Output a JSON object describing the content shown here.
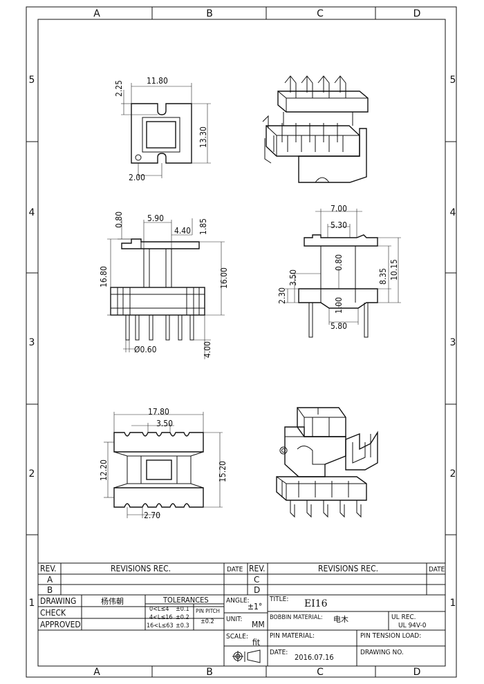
{
  "zones": {
    "columns": [
      "A",
      "B",
      "C",
      "D"
    ],
    "rows": [
      "5",
      "4",
      "3",
      "2",
      "1"
    ]
  },
  "top_view": {
    "dims": {
      "width": "11.80",
      "height": "13.30",
      "slot": "2.25",
      "hole_offset": "2.00"
    }
  },
  "front_view": {
    "dims": {
      "flange_top": "0.80",
      "core_width": "5.90",
      "step": "4.40",
      "top_right": "1.85",
      "overall_left": "16.80",
      "overall_right": "16.00",
      "pin_dia": "Ø0.60",
      "pin_length": "4.00"
    }
  },
  "side_view": {
    "dims": {
      "outer_width": "7.00",
      "inner_width": "5.30",
      "flange": "0.80",
      "right_1": "8.35",
      "right_2": "10.15",
      "left_1": "3.50",
      "left_2": "2.30",
      "bottom_gap": "1.00",
      "bottom_width": "5.80"
    }
  },
  "bottom_view": {
    "dims": {
      "width": "17.80",
      "pitch": "3.50",
      "left": "12.20",
      "right": "15.20",
      "bottom": "2.70"
    }
  },
  "title_block": {
    "rev_header": "REV.",
    "revisions_header": "REVISIONS REC.",
    "date_header": "DATE",
    "rev_rows": [
      "A",
      "B"
    ],
    "rev_rows_right": [
      "C",
      "D"
    ],
    "drawing_label": "DRAWING",
    "drawing_name": "杨伟朝",
    "check_label": "CHECK",
    "approved_label": "APPROVED",
    "tolerances_label": "TOLERANCES",
    "tolerance_rows": [
      {
        "range": "0<L≤4",
        "value": "±0.1"
      },
      {
        "range": "4<L≤16",
        "value": "±0.2"
      },
      {
        "range": "16<L≤63",
        "value": "±0.3"
      }
    ],
    "pin_pitch_label": "PIN PITCH",
    "pin_pitch_value": "±0.2",
    "angle_label": "ANGLE:",
    "angle_value": "±1°",
    "unit_label": "UNIT:",
    "unit_value": "MM",
    "scale_label": "SCALE:",
    "scale_value": "fit",
    "title_label": "TITLE:",
    "title_value": "EI16",
    "bobbin_material_label": "BOBBIN MATERIAL:",
    "bobbin_material_value": "电木",
    "ul_rec_label": "UL REC.",
    "ul_rec_value": "UL 94V-0",
    "pin_material_label": "PIN MATERIAL:",
    "pin_tension_label": "PIN TENSION LOAD:",
    "date_label": "DATE:",
    "date_value": "2016.07.16",
    "drawing_no_label": "DRAWING NO."
  }
}
